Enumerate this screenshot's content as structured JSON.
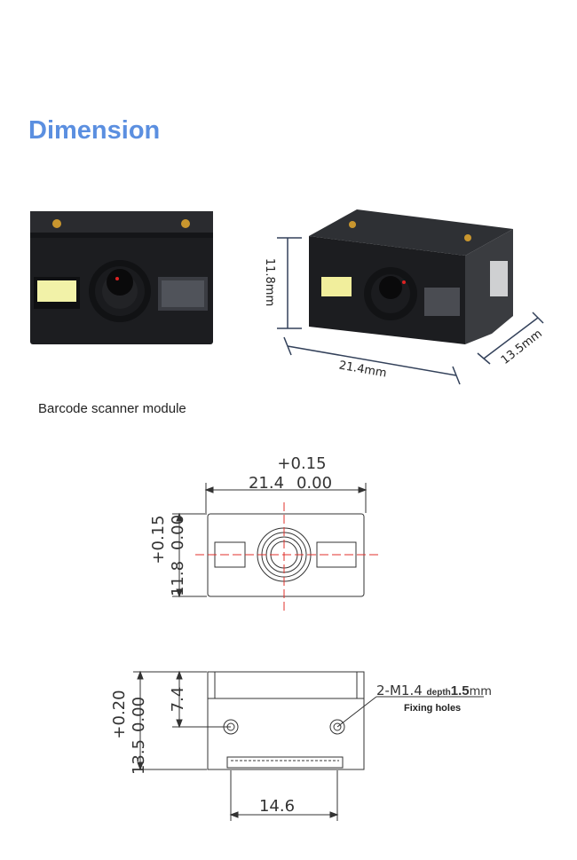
{
  "title": "Dimension",
  "caption": "Barcode scanner module",
  "colors": {
    "title": "#5b8fe0",
    "module": "#222428",
    "centerline": "#e0302b",
    "line": "#333333"
  },
  "photo_dims": {
    "width": "21.4mm",
    "height": "11.8mm",
    "depth": "13.5mm"
  },
  "front_drawing": {
    "width_nominal": "21.4",
    "width_upper_tol": "+0.15",
    "width_lower_tol": "0.00",
    "height_nominal": "11.8",
    "height_upper_tol": "+0.15",
    "height_lower_tol": "0.00"
  },
  "bottom_drawing": {
    "depth_nominal": "13.5",
    "depth_upper_tol": "+0.20",
    "depth_lower_tol": "0.00",
    "hole_offset": "7.4",
    "hole_spacing": "14.6",
    "hole_spec_prefix": "2-M1.4",
    "hole_spec_depth_word": "depth",
    "hole_spec_depth": "1.5",
    "hole_spec_unit": "mm",
    "hole_label": "Fixing holes"
  }
}
